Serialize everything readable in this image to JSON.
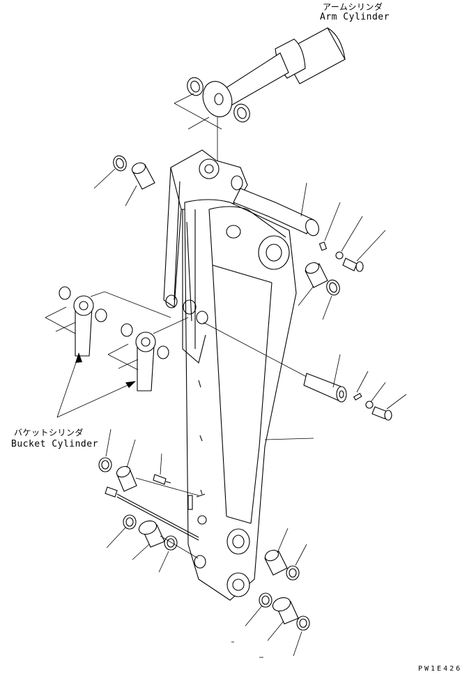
{
  "labels": {
    "arm_cylinder_jp": "アームシリンダ",
    "arm_cylinder_en": "Arm Cylinder",
    "bucket_cylinder_jp": "バケットシリンダ",
    "bucket_cylinder_en": "Bucket Cylinder",
    "drawing_code": "PW1E426"
  },
  "colors": {
    "line": "#000000",
    "background": "#ffffff"
  }
}
